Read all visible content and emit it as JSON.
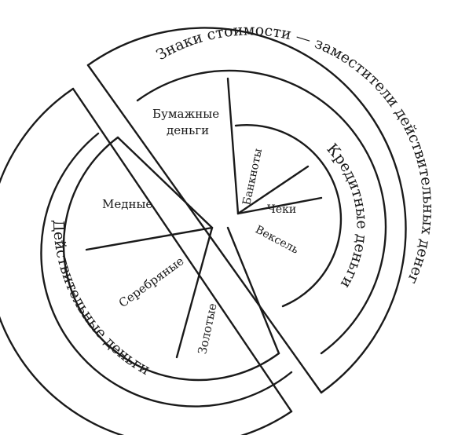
{
  "diagram": {
    "outer_ring_right": "Знаки стоимости — заместители действительных денег",
    "outer_ring_left": "Действительные деньги",
    "middle_ring_right": "Кредитные деньги",
    "segments": {
      "paper": [
        "Бумажные",
        "деньги"
      ],
      "copper": "Медные",
      "silver": "Серебряные",
      "gold": "Золотые",
      "banknotes": "Банкноты",
      "checks": "Чеки",
      "bill": "Вексель"
    }
  }
}
